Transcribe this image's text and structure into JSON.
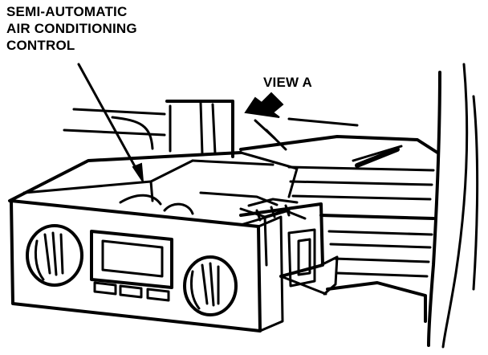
{
  "callout": {
    "lines": [
      "SEMI-AUTOMATIC",
      "AIR CONDITIONING",
      "CONTROL"
    ]
  },
  "view_label": "VIEW A",
  "colors": {
    "ink": "#000000",
    "paper": "#ffffff"
  }
}
